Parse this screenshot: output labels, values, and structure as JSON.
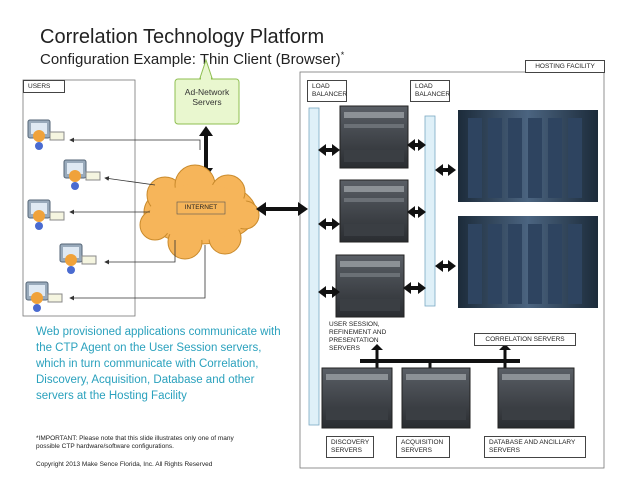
{
  "title": "Correlation Technology Platform",
  "subtitle": "Configuration Example: Thin Client (Browser)",
  "subtitle_mark": "*",
  "labels": {
    "users": "USERS",
    "ad_network": "Ad-Network Servers",
    "internet": "INTERNET",
    "hosting_facility": "HOSTING FACILITY",
    "load_balancer_1": "LOAD BALANCER",
    "load_balancer_2": "LOAD BALANCER",
    "user_session": "USER SESSION, REFINEMENT AND PRESENTATION SERVERS",
    "correlation_servers": "CORRELATION SERVERS",
    "discovery_servers": "DISCOVERY SERVERS",
    "acquisition_servers": "ACQUISITION SERVERS",
    "database_servers": "DATABASE AND ANCILLARY SERVERS"
  },
  "body_text": "Web provisioned applications communicate with the CTP Agent on the User Session servers, which in turn communicate with Correlation, Discovery, Acquisition, Database and other servers at the Hosting Facility",
  "note": "*IMPORTANT: Please note that this slide illustrates only one of many possible CTP hardware/software configurations.",
  "copyright": "Copyright 2013 Make Sence Florida, Inc. All Rights Reserved",
  "colors": {
    "body_text": "#2aa1bd",
    "cloud": "#f6b55a",
    "ad_network_fill": "#e9f7cf",
    "ad_network_stroke": "#8fbf52",
    "load_balancer": "#dff0f8"
  }
}
